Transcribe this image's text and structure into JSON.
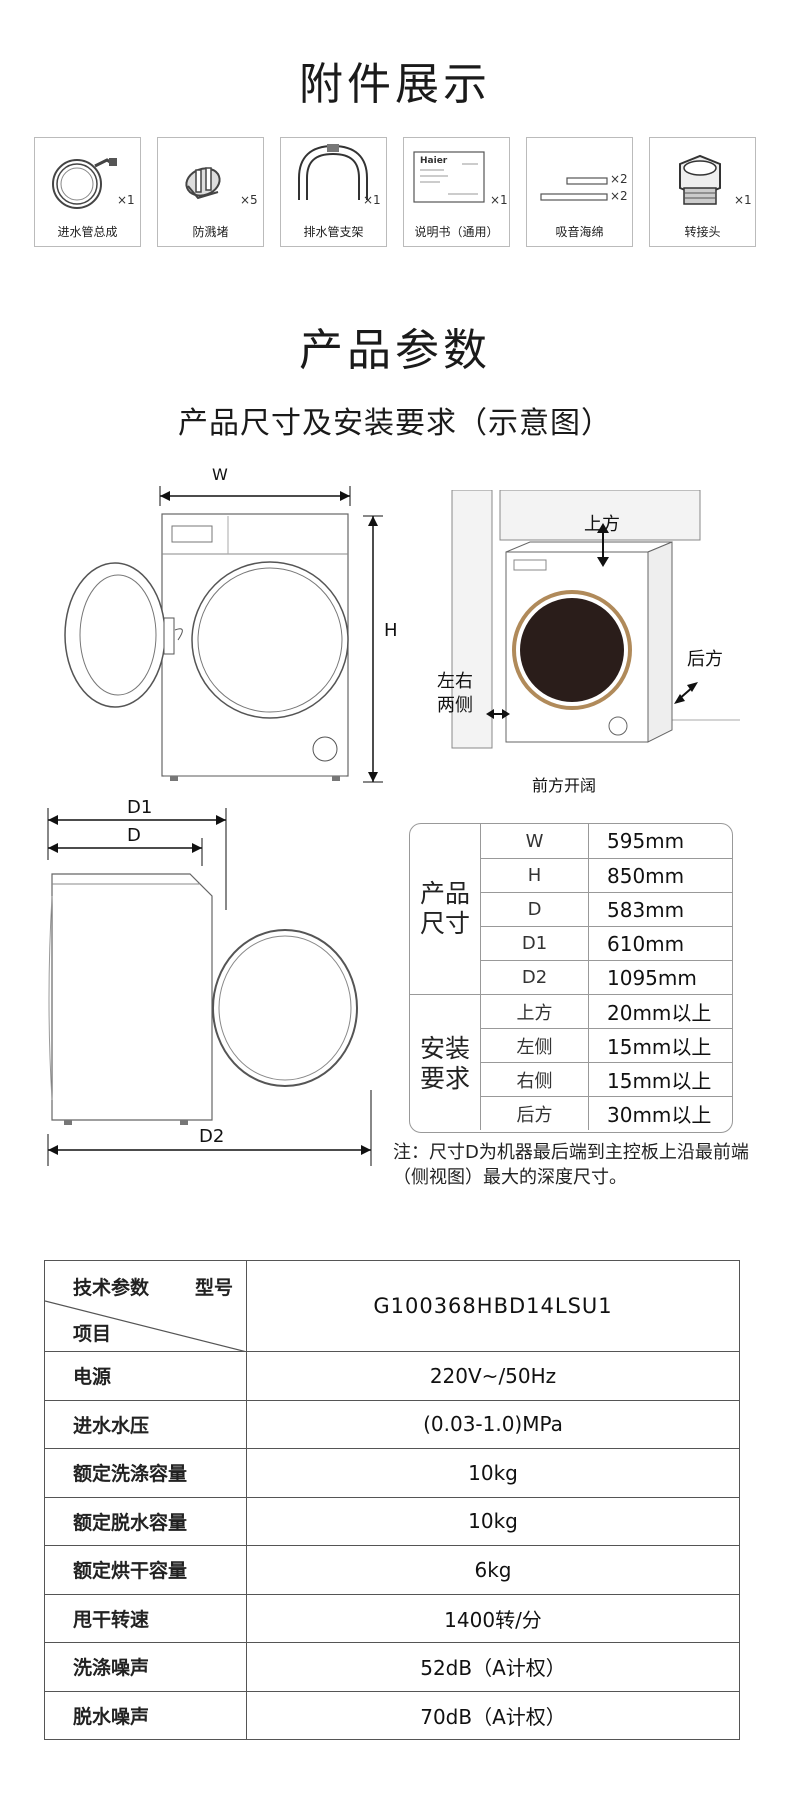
{
  "accessories": {
    "title": "附件展示",
    "items": [
      {
        "label": "进水管总成",
        "qty": "×1",
        "icon": "hose-icon"
      },
      {
        "label": "防溅堵",
        "qty": "×5",
        "icon": "plug-icon"
      },
      {
        "label": "排水管支架",
        "qty": "×1",
        "icon": "pipe-bracket-icon"
      },
      {
        "label": "说明书（通用）",
        "qty": "×1",
        "icon": "manual-icon",
        "brand": "Haier"
      },
      {
        "label": "吸音海绵",
        "qty1": "×2",
        "qty2": "×2",
        "icon": "sponge-icon"
      },
      {
        "label": "转接头",
        "qty": "×1",
        "icon": "adapter-icon"
      }
    ]
  },
  "params": {
    "title": "产品参数",
    "subtitle": "产品尺寸及安装要求（示意图）"
  },
  "diagram": {
    "w": "W",
    "h": "H",
    "d1": "D1",
    "d": "D",
    "d2": "D2",
    "top": "上方",
    "back": "后方",
    "sides": "左右\n两侧",
    "front_open": "前方开阔"
  },
  "dimensions": {
    "product_cat": "产品\n尺寸",
    "install_cat": "安装\n要求",
    "product_rows": [
      {
        "k": "W",
        "v": "595mm"
      },
      {
        "k": "H",
        "v": "850mm"
      },
      {
        "k": "D",
        "v": "583mm"
      },
      {
        "k": "D1",
        "v": "610mm"
      },
      {
        "k": "D2",
        "v": "1095mm"
      }
    ],
    "install_rows": [
      {
        "k": "上方",
        "v": "20mm以上"
      },
      {
        "k": "左侧",
        "v": "15mm以上"
      },
      {
        "k": "右侧",
        "v": "15mm以上"
      },
      {
        "k": "后方",
        "v": "30mm以上"
      }
    ],
    "note": "注：尺寸D为机器最后端到主控板上沿最前端（侧视图）最大的深度尺寸。"
  },
  "specs": {
    "header_left": "技术参数",
    "header_model": "型号",
    "header_item": "项目",
    "model": "G100368HBD14LSU1",
    "rows": [
      {
        "name": "电源",
        "value": "220V~/50Hz"
      },
      {
        "name": "进水水压",
        "value": "(0.03-1.0)MPa"
      },
      {
        "name": "额定洗涤容量",
        "value": "10kg"
      },
      {
        "name": "额定脱水容量",
        "value": "10kg"
      },
      {
        "name": "额定烘干容量",
        "value": "6kg"
      },
      {
        "name": "甩干转速",
        "value": "1400转/分"
      },
      {
        "name": "洗涤噪声",
        "value": "52dB（A计权）"
      },
      {
        "name": "脱水噪声",
        "value": "70dB（A计权）"
      }
    ]
  }
}
